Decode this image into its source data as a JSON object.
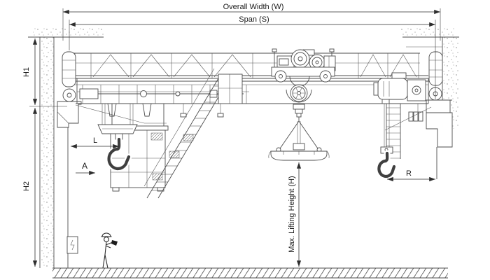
{
  "drawing": {
    "background": "#ffffff",
    "line_color": "#4d4d4d",
    "dimension_color": "#2e2e2e",
    "concrete_stipple_color": "#808080",
    "labels": {
      "overall_width": "Overall Width (W)",
      "span": "Span (S)",
      "h1": "H1",
      "h2": "H2",
      "left_hook_approach": "L",
      "right_hook_approach": "R",
      "max_lifting_height": "Max. Lifting Height (H)",
      "section_view": "A"
    }
  }
}
